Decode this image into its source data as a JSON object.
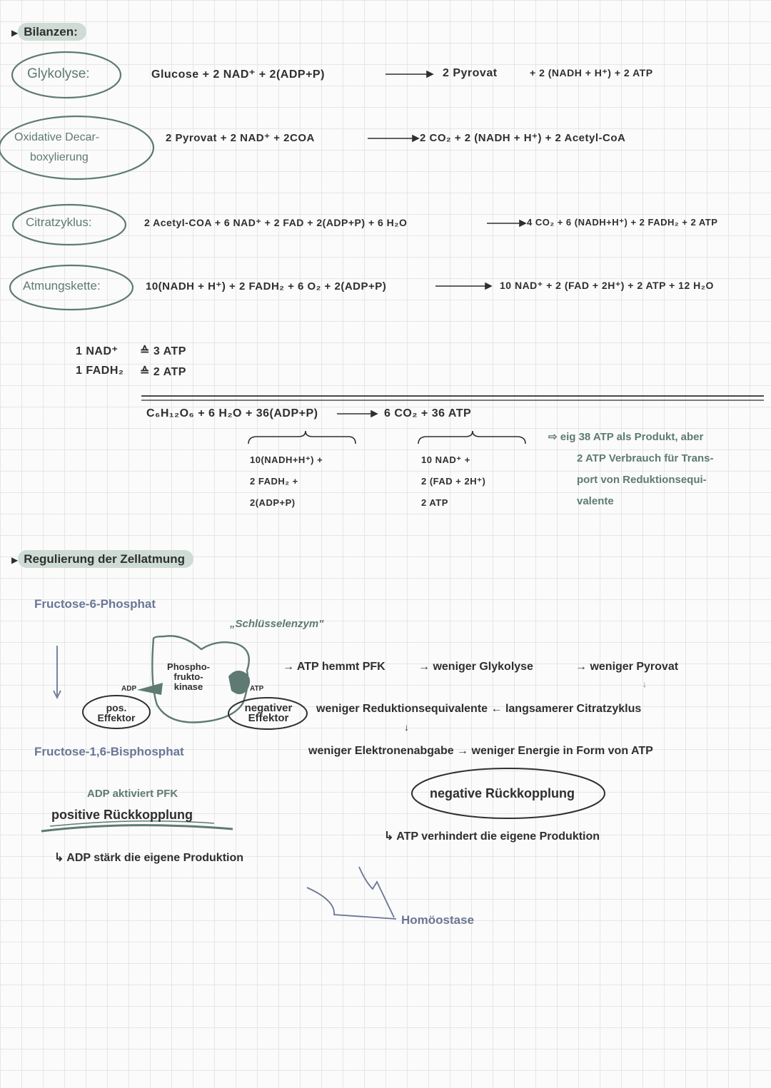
{
  "section1": {
    "title": "Bilanzen:",
    "labels": {
      "glykolyse": "Glykolyse:",
      "oxidative": "Oxidative Decar-",
      "oxidative2": "boxylierung",
      "citrat": "Citratzyklus:",
      "atmung": "Atmungskette:"
    },
    "equations": {
      "gly_l1": "Glucose  +   2 NAD⁺   +  2(ADP+P)",
      "gly_r1": "2 Pyrovat",
      "gly_r2": "+   2 (NADH + H⁺)  +  2 ATP",
      "ox_l": "2 Pyrovat   +  2 NAD⁺  +  2COA",
      "ox_r": "2 CO₂ +   2 (NADH + H⁺) +  2 Acetyl-CoA",
      "cit_l": "2 Acetyl-COA   + 6 NAD⁺  + 2 FAD + 2(ADP+P) + 6 H₂O",
      "cit_r": "4 CO₂ + 6 (NADH+H⁺) + 2 FADH₂ + 2 ATP",
      "atm_l": "10(NADH + H⁺) +  2 FADH₂   + 6 O₂ + 2(ADP+P)",
      "atm_r": "10 NAD⁺   +  2 (FAD + 2H⁺) + 2 ATP +  12 H₂O"
    },
    "equivalences": {
      "nad_l": "1 NAD⁺",
      "nad_r": "≙  3 ATP",
      "fadh_l": "1 FADH₂",
      "fadh_r": "≙  2 ATP"
    },
    "summary": {
      "equation_l": "C₆H₁₂O₆  +  6 H₂O   +  36(ADP+P)",
      "equation_r": "6 CO₂   +    36 ATP",
      "brace1": [
        "10(NADH+H⁺) +",
        "2 FADH₂  +",
        "2(ADP+P)"
      ],
      "brace2": [
        "10 NAD⁺   +",
        "2  (FAD + 2H⁺)",
        "2 ATP"
      ],
      "note": [
        "⇨ eig 38 ATP als Produkt, aber",
        "2 ATP Verbrauch für Trans-",
        "port von Reduktionsequi-",
        "valente"
      ]
    }
  },
  "section2": {
    "title": "Regulierung der Zellatmung",
    "f6p": "Fructose-6-Phosphat",
    "f16bp": "Fructose-1,6-Bisphosphat",
    "key_enzyme": "„Schlüsselenzym\"",
    "enzyme": [
      "Phospho-",
      "frukto-",
      "kinase"
    ],
    "adp_label": "ADP",
    "atp_label": "ATP",
    "pos_effector": [
      "pos.",
      "Effektor"
    ],
    "neg_effector": [
      "negativer",
      "Effektor"
    ],
    "chain": {
      "c1": "→ ATP hemmt  PFK",
      "c2": "→ weniger Glykolyse",
      "c3": "→ weniger Pyrovat",
      "c4": "weniger Reduktionsequivalente  ←   langsamerer  Citratzyklus",
      "c5": "weniger Elektronenabgabe  → weniger Energie in Form von ATP"
    },
    "adp_activates": "ADP aktiviert PFK",
    "positive": "positive Rückkopplung",
    "positive_desc": "↳ ADP stärk die eigene Produktion",
    "negative": "negative Rückkopplung",
    "negative_desc": "↳ ATP verhindert die eigene Produktion",
    "homoostase": "Homöostase"
  },
  "colors": {
    "ink": "#2f2f2f",
    "teal": "#5e7a73",
    "blue": "#6a7695",
    "highlight": "#cfdcd5"
  }
}
